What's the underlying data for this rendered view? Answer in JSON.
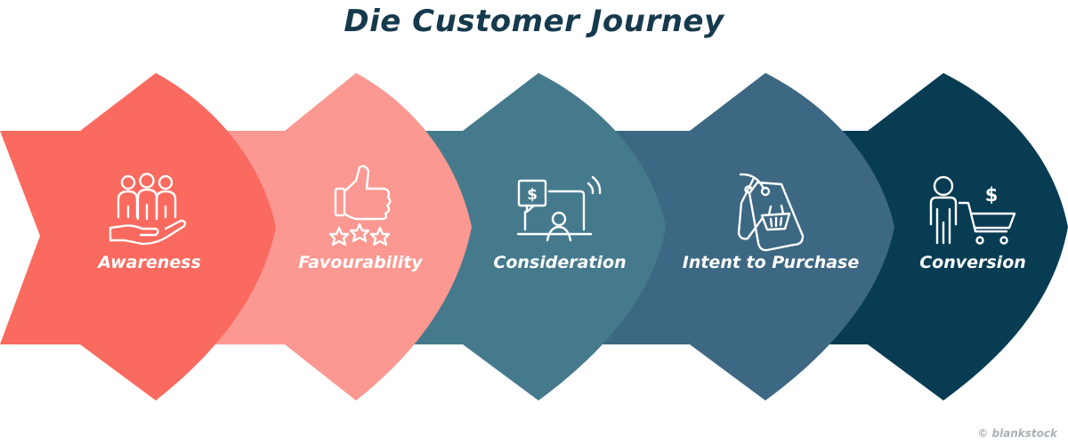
{
  "title": "Die Customer Journey",
  "stages": [
    {
      "label": "Awareness",
      "color": "#fa6a5f",
      "icon": "people-on-hand-icon"
    },
    {
      "label": "Favourability",
      "color": "#fb9891",
      "icon": "thumbs-up-stars-icon"
    },
    {
      "label": "Consideration",
      "color": "#457a8d",
      "icon": "laptop-dollar-icon"
    },
    {
      "label": "Intent to Purchase",
      "color": "#3d6883",
      "icon": "price-tag-basket-icon"
    },
    {
      "label": "Conversion",
      "color": "#073c53",
      "icon": "person-cart-icon"
    }
  ],
  "credit": "© blankstock"
}
